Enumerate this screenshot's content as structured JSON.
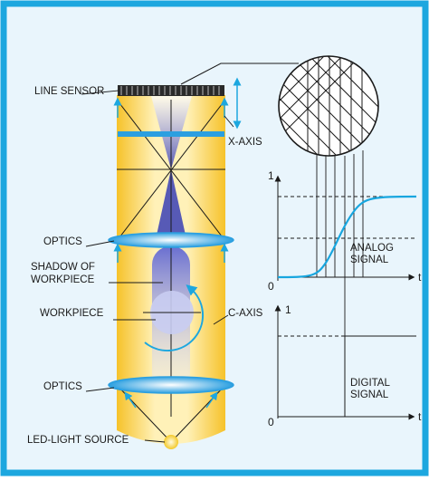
{
  "colors": {
    "frame": "#1da7df",
    "background": "#e9f5fc",
    "beam": "#f7c93c",
    "beam_light": "#fff4c2",
    "optic_blue": "#2b9fe0",
    "shadow_blue": "#3a3fb5",
    "signal_curve": "#17a6df",
    "led": "#f6d84a"
  },
  "labels": {
    "line_sensor": "LINE SENSOR",
    "x_axis": "X-AXIS",
    "optics_top": "OPTICS",
    "shadow_line1": "SHADOW OF",
    "shadow_line2": "WORKPIECE",
    "workpiece": "WORKPIECE",
    "c_axis": "C-AXIS",
    "optics_bottom": "OPTICS",
    "led_source": "LED-LIGHT SOURCE"
  },
  "analog_plot": {
    "label_line1": "ANALOG",
    "label_line2": "SIGNAL",
    "y_tick_top": "1",
    "origin": "0",
    "t_label": "t"
  },
  "digital_plot": {
    "label_line1": "DIGITAL",
    "label_line2": "SIGNAL",
    "y_tick_top": "1",
    "origin": "0",
    "t_label": "t"
  }
}
